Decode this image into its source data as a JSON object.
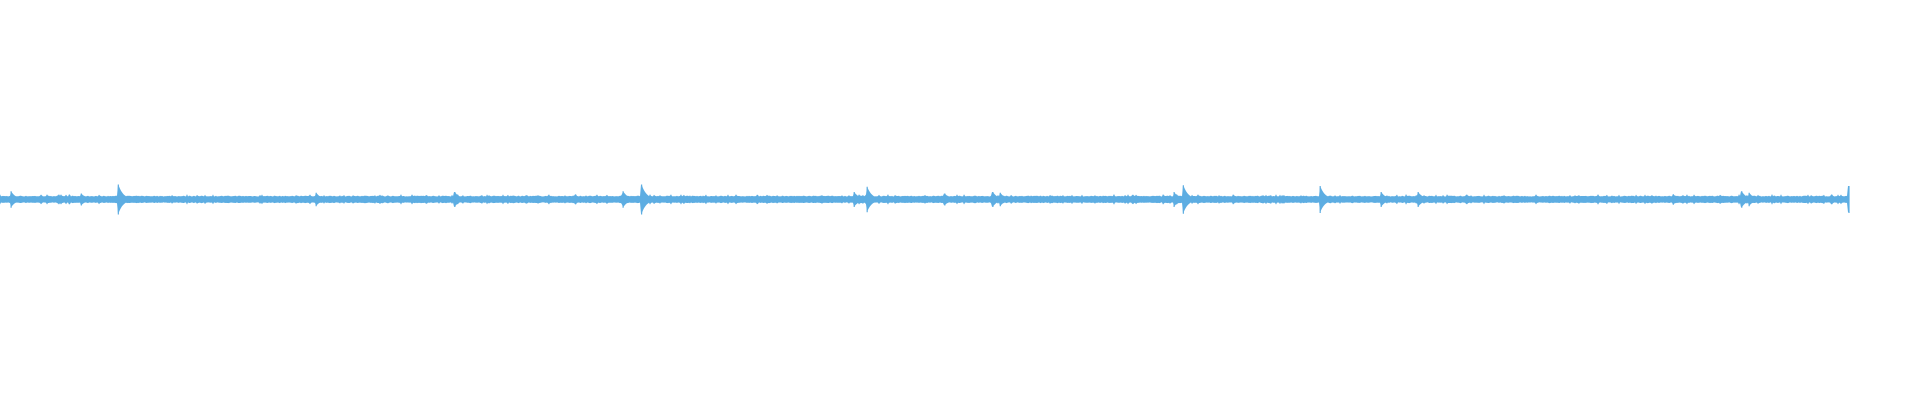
{
  "chart_data": {
    "type": "area",
    "style": "audio-waveform",
    "color": "#5dade2",
    "background": "#ffffff",
    "grid": false,
    "axes_visible": false,
    "baseline_amplitude": 0.1,
    "transients": [
      {
        "t": 0.006,
        "amp": 0.55
      },
      {
        "t": 0.044,
        "amp": 0.4
      },
      {
        "t": 0.064,
        "amp": 1.0
      },
      {
        "t": 0.171,
        "amp": 0.45
      },
      {
        "t": 0.246,
        "amp": 0.5
      },
      {
        "t": 0.337,
        "amp": 0.55
      },
      {
        "t": 0.347,
        "amp": 1.0
      },
      {
        "t": 0.462,
        "amp": 0.5
      },
      {
        "t": 0.469,
        "amp": 0.85
      },
      {
        "t": 0.511,
        "amp": 0.4
      },
      {
        "t": 0.537,
        "amp": 0.5
      },
      {
        "t": 0.541,
        "amp": 0.45
      },
      {
        "t": 0.635,
        "amp": 0.5
      },
      {
        "t": 0.64,
        "amp": 0.95
      },
      {
        "t": 0.714,
        "amp": 0.9
      },
      {
        "t": 0.747,
        "amp": 0.5
      },
      {
        "t": 0.767,
        "amp": 0.5
      },
      {
        "t": 0.905,
        "amp": 0.35
      },
      {
        "t": 0.942,
        "amp": 0.55
      },
      {
        "t": 0.946,
        "amp": 0.45
      },
      {
        "t": 1.0,
        "amp": 0.9
      }
    ]
  }
}
